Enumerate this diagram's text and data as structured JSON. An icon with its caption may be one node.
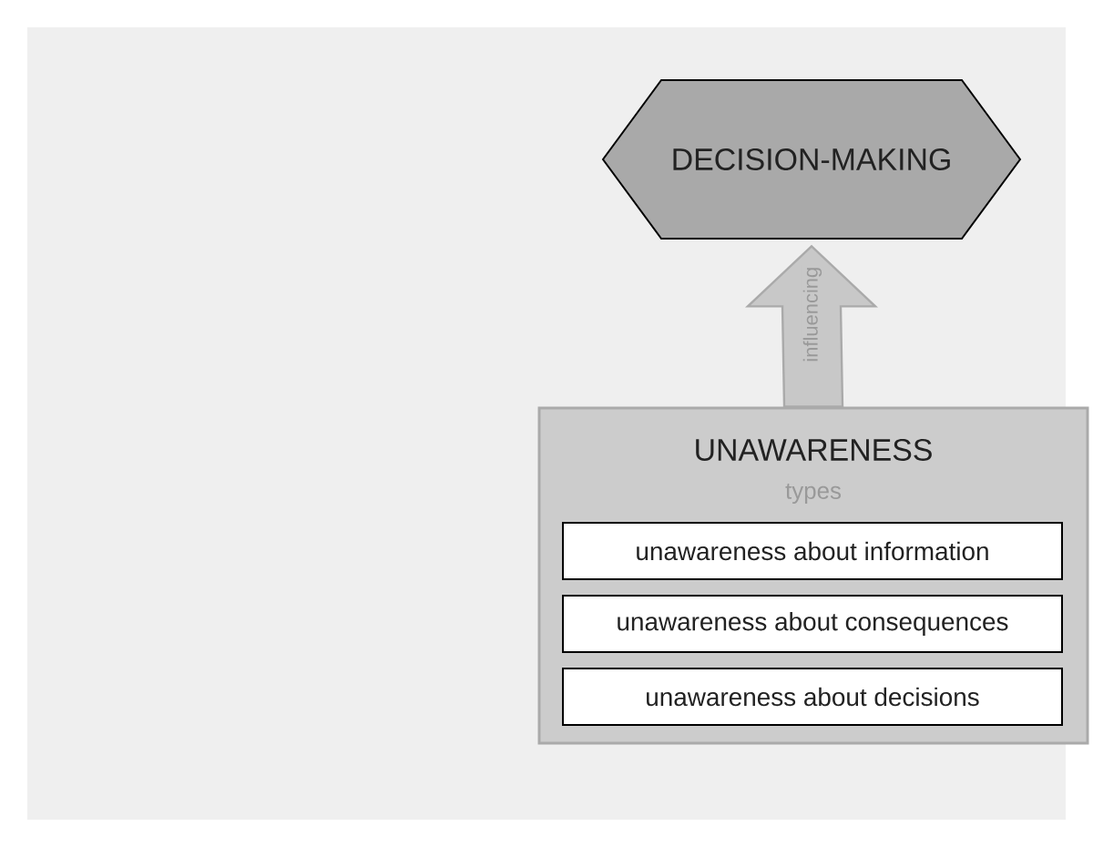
{
  "diagram": {
    "nodes": [
      {
        "text": [
          "DECISION-MAKING"
        ]
      },
      {
        "text": [
          "UNAWARENESS",
          "types"
        ]
      },
      {
        "text": [
          "unawareness about information"
        ],
        "in": 1
      },
      {
        "text": [
          "unawareness about consequences"
        ],
        "in": 1
      },
      {
        "text": [
          "unawareness about decisions"
        ],
        "in": 1
      }
    ],
    "edges": [
      {
        "from": 1,
        "to": 0,
        "arrow": "to",
        "label": "influencing",
        "style": "thick"
      }
    ]
  }
}
